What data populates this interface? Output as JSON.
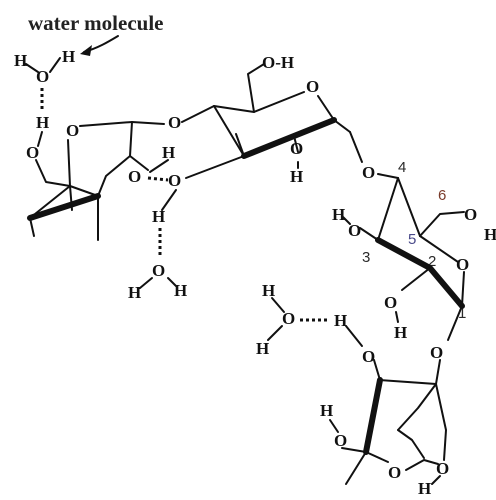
{
  "labels": {
    "title": "water molecule",
    "O": "O",
    "H": "H",
    "OH": "O-H",
    "HO": "HO",
    "n1": "1",
    "n2": "2",
    "n3": "3",
    "n4": "4",
    "n5": "5",
    "n6": "6"
  }
}
